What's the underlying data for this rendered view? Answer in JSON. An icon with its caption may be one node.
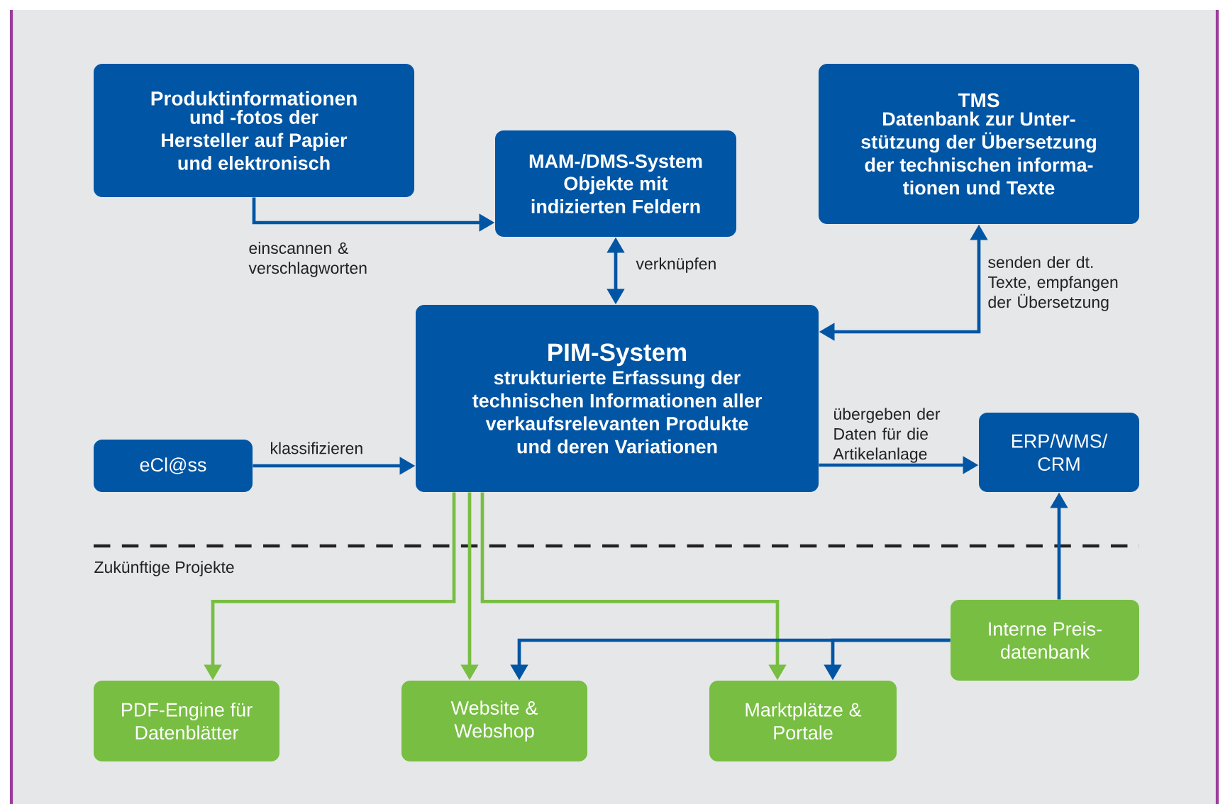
{
  "diagram": {
    "nodes": [
      {
        "text": [
          "Produktinformationen",
          "und -fotos der Hersteller auf Papier und elektronisch"
        ]
      },
      {
        "text": [
          "MAM-/DMS-System",
          "Objekte mit indizierten Feldern"
        ]
      },
      {
        "text": [
          "TMS",
          "Datenbank zur Unter- stützung der Übersetzung der technischen informa- tionen und Texte"
        ]
      },
      {
        "text": [
          "PIM-System",
          "strukturierte Erfassung der technischen Informationen aller verkaufsrelevanten Produkte und deren Variationen"
        ]
      },
      {
        "text": [
          "eCl@ss"
        ]
      },
      {
        "text": [
          "ERP/WMS/ CRM"
        ]
      },
      {
        "text": [
          "PDF-Engine für Datenblätter"
        ]
      },
      {
        "text": [
          "Website & Webshop"
        ]
      },
      {
        "text": [
          "Marktplätze & Portale"
        ]
      },
      {
        "text": [
          "Interne Preis- datenbank"
        ]
      }
    ],
    "edges": [
      {
        "from": 0,
        "to": 1,
        "arrow": "to",
        "label": "einscannen & verschlagworten"
      },
      {
        "from": 1,
        "to": 3,
        "arrow": "both",
        "label": "verknüpfen"
      },
      {
        "from": 2,
        "to": 3,
        "arrow": "both",
        "label": "senden der dt. Texte, empfangen der Übersetzung"
      },
      {
        "from": 4,
        "to": 3,
        "arrow": "to",
        "label": "klassifizieren"
      },
      {
        "from": 3,
        "to": 5,
        "arrow": "to",
        "label": "übergeben der Daten für die Artikelanlage"
      },
      {
        "from": 3,
        "to": 6,
        "arrow": "to",
        "color": "#78be43"
      },
      {
        "from": 3,
        "to": 7,
        "arrow": "to",
        "color": "#78be43"
      },
      {
        "from": 3,
        "to": 8,
        "arrow": "to",
        "color": "#78be43"
      },
      {
        "from": 9,
        "to": 5,
        "arrow": "to"
      },
      {
        "from": 9,
        "to": 7,
        "arrow": "to"
      },
      {
        "from": 9,
        "to": 8,
        "arrow": "to"
      }
    ],
    "labels": [
      "Zukünftige Projekte"
    ]
  }
}
